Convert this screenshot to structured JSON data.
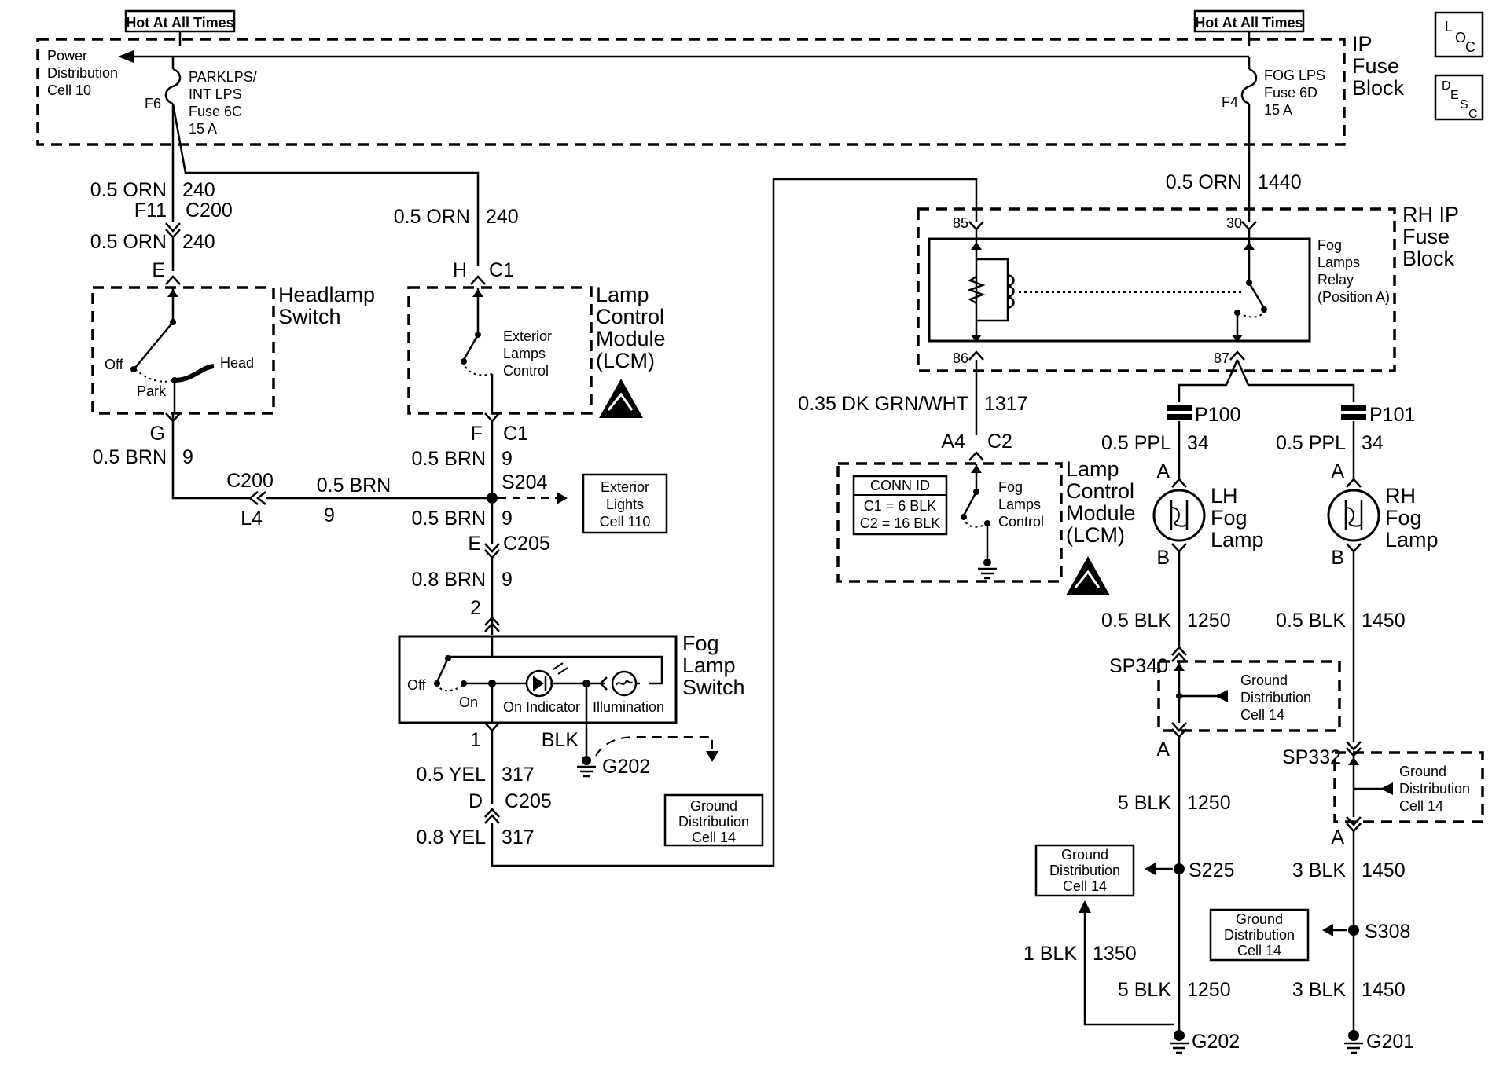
{
  "power": {
    "hot_left": "Hot At All Times",
    "hot_right": "Hot At All Times",
    "pd_cell": [
      "Power",
      "Distribution",
      "Cell 10"
    ],
    "fuse_left": {
      "id": "F6",
      "lines": [
        "PARKLPS/",
        "INT LPS",
        "Fuse 6C",
        "15 A"
      ]
    },
    "fuse_right": {
      "id": "F4",
      "lines": [
        "FOG LPS",
        "Fuse 6D",
        "15 A"
      ]
    },
    "ip_fuse_block": [
      "IP",
      "Fuse",
      "Block"
    ],
    "rh_ip_fuse_block": [
      "RH IP",
      "Fuse",
      "Block"
    ]
  },
  "badges": {
    "loc": [
      "L",
      "O",
      "C"
    ],
    "desc": [
      "D",
      "E",
      "S",
      "C"
    ]
  },
  "wires": {
    "w240a": [
      "0.5 ORN",
      "240"
    ],
    "f11": "F11",
    "c200a": "C200",
    "w240b": [
      "0.5 ORN",
      "240"
    ],
    "w240c": [
      "0.5 ORN",
      "240"
    ],
    "w1440": [
      "0.5 ORN",
      "1440"
    ],
    "w9a": [
      "0.5 BRN",
      "9"
    ],
    "c200b": "C200",
    "l4": "L4",
    "w9b": [
      "0.5 BRN",
      "9"
    ],
    "w9c": [
      "0.5 BRN",
      "9"
    ],
    "w9d": [
      "0.5 BRN",
      "9"
    ],
    "w9e": [
      "0.8 BRN",
      "9"
    ],
    "w317a": [
      "0.5 YEL",
      "317"
    ],
    "w317b": [
      "0.8 YEL",
      "317"
    ],
    "w1317": [
      "0.35 DK GRN/WHT",
      "1317"
    ],
    "w34a": [
      "0.5 PPL",
      "34"
    ],
    "w34b": [
      "0.5 PPL",
      "34"
    ],
    "w1250a": [
      "0.5 BLK",
      "1250"
    ],
    "w1450a": [
      "0.5 BLK",
      "1450"
    ],
    "w1250b": [
      "5 BLK",
      "1250"
    ],
    "w1450b": [
      "3 BLK",
      "1450"
    ],
    "w1350": [
      "1 BLK",
      "1350"
    ],
    "w1250c": [
      "5 BLK",
      "1250"
    ],
    "w1450c": [
      "3 BLK",
      "1450"
    ],
    "blk": "BLK"
  },
  "connectors": {
    "E": "E",
    "G": "G",
    "H": "H",
    "C1a": "C1",
    "F": "F",
    "C1b": "C1",
    "S204": "S204",
    "E2": "E",
    "C205a": "C205",
    "pin2": "2",
    "pin1": "1",
    "D": "D",
    "C205b": "C205",
    "p85": "85",
    "p30": "30",
    "p86": "86",
    "p87": "87",
    "A4": "A4",
    "C2": "C2",
    "P100": "P100",
    "P101": "P101",
    "Aa": "A",
    "Ab": "A",
    "Ba": "B",
    "Bb": "B",
    "SP340": "SP340",
    "Ac": "A",
    "SP332": "SP332",
    "Ad": "A",
    "S225": "S225",
    "S308": "S308",
    "G202a": "G202",
    "G202b": "G202",
    "G201": "G201"
  },
  "components": {
    "headlamp_switch": {
      "title": [
        "Headlamp",
        "Switch"
      ],
      "off": "Off",
      "park": "Park",
      "head": "Head"
    },
    "lcm1": {
      "title": [
        "Lamp",
        "Control",
        "Module",
        "(LCM)"
      ],
      "inner": [
        "Exterior",
        "Lamps",
        "Control"
      ]
    },
    "exterior_lights": [
      "Exterior",
      "Lights",
      "Cell 110"
    ],
    "relay": {
      "title": [
        "Fog",
        "Lamps",
        "Relay",
        "(Position A)"
      ]
    },
    "lcm2": {
      "title": [
        "Lamp",
        "Control",
        "Module",
        "(LCM)"
      ],
      "inner": [
        "Fog",
        "Lamps",
        "Control"
      ],
      "conn_id": [
        "CONN ID",
        "C1 = 6 BLK",
        "C2 = 16 BLK"
      ]
    },
    "fog_switch": {
      "title": [
        "Fog",
        "Lamp",
        "Switch"
      ],
      "off": "Off",
      "on": "On",
      "on_indicator": "On Indicator",
      "illumination": "Illumination"
    },
    "lh_lamp": [
      "LH",
      "Fog",
      "Lamp"
    ],
    "rh_lamp": [
      "RH",
      "Fog",
      "Lamp"
    ],
    "gd_g202": [
      "Ground",
      "Distribution",
      "Cell 14"
    ],
    "gd_sp340": [
      "Ground",
      "Distribution",
      "Cell 14"
    ],
    "gd_sp332": [
      "Ground",
      "Distribution",
      "Cell 14"
    ],
    "gd_s225": [
      "Ground",
      "Distribution",
      "Cell 14"
    ],
    "gd_s308": [
      "Ground",
      "Distribution",
      "Cell 14"
    ]
  }
}
